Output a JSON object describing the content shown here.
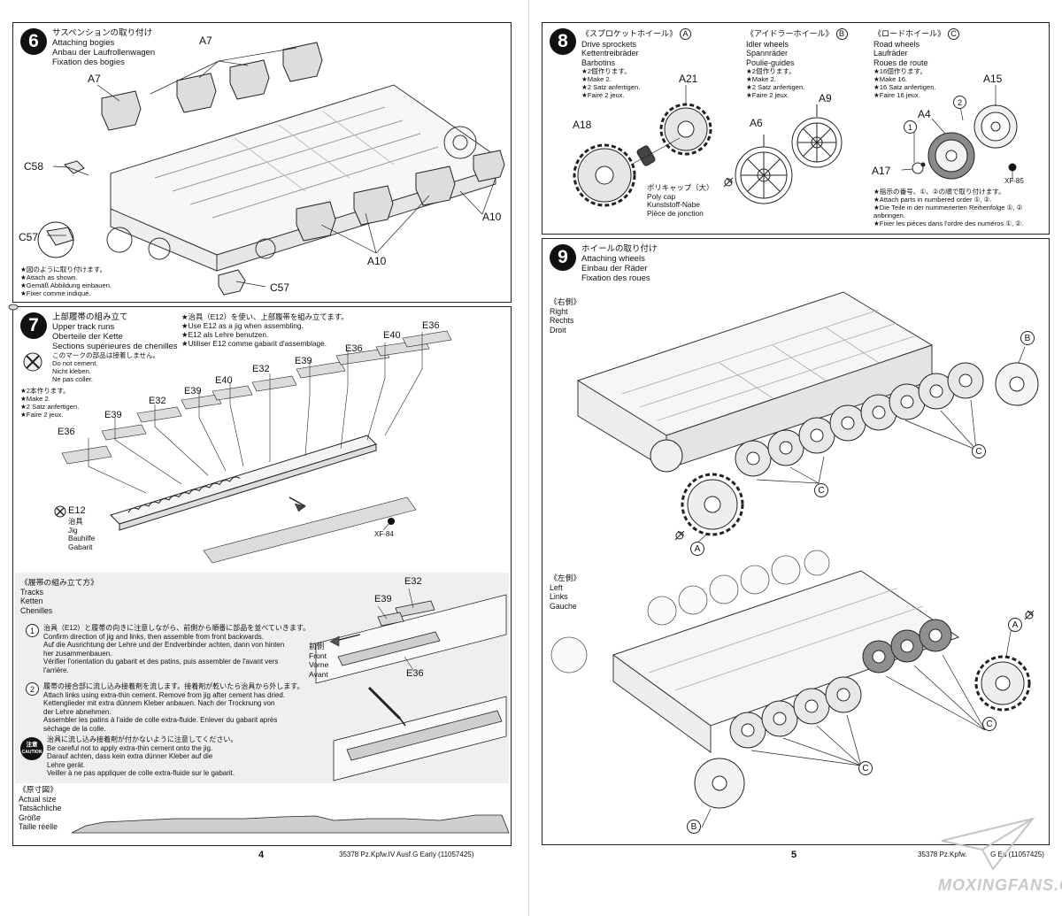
{
  "step6": {
    "number": "6",
    "title": [
      "サスペンションの取り付け",
      "Attaching bogies",
      "Anbau der Laufrollenwagen",
      "Fixation des bogies"
    ],
    "note": [
      "★図のように取り付けます。",
      "★Attach as shown.",
      "★Gemäß Abbildung einbauen.",
      "★Fixer comme indiqué."
    ],
    "labels": {
      "a7_top": "A7",
      "a7_left": "A7",
      "c58": "C58",
      "c57_left": "C57",
      "c57_bottom": "C57",
      "a10_right": "A10",
      "a10_bottom": "A10"
    }
  },
  "step7": {
    "number": "7",
    "title": [
      "上部履帯の組み立て",
      "Upper track runs",
      "Oberteile der Kette",
      "Sections supérieures de chenilles"
    ],
    "jig_note": [
      "★治具（E12）を使い、上部履帯を組み立てます。",
      "★Use E12 as a jig when assembling.",
      "★E12 als Lehre benutzen.",
      "★Utiliser E12 comme gabarit d'assemblage."
    ],
    "no_cement": [
      "このマークの部品は接着しません。",
      "Do not cement.",
      "Nicht kleben.",
      "Ne pas coller."
    ],
    "make2": [
      "★2本作ります。",
      "★Make 2.",
      "★2 Satz anfertigen.",
      "★Faire 2 jeux."
    ],
    "labels": {
      "e36_a": "E36",
      "e39_a": "E39",
      "e32_a": "E32",
      "e39_b": "E39",
      "e40_a": "E40",
      "e32_b": "E32",
      "e39_c": "E39",
      "e36_b": "E36",
      "e40_b": "E40",
      "e36_c": "E36"
    },
    "jig_label": "E12",
    "jig_names": [
      "治具",
      "Jig",
      "Bauhilfe",
      "Gabarit"
    ],
    "paint": "XF-84",
    "tracks_sub": {
      "title": [
        "《履帯の組み立て方》",
        "Tracks",
        "Ketten",
        "Chenilles"
      ],
      "instr1": [
        "治具（E12）と履帯の向きに注意しながら、前側から順番に部品を並べていきます。",
        "Confirm direction of jig and links, then assemble from front backwards.",
        "Auf die Ausrichtung der Lehre und der Endverbinder achten, dann von hinten",
        "her zusammenbauen.",
        "Vérifier l'orientation du gabarit et des patins, puis assembler de l'avant vers",
        "l'arrière."
      ],
      "instr2": [
        "履帯の接合部に流し込み接着剤を流します。接着剤が乾いたら治具から外します。",
        "Attach links using extra-thin cement. Remove from jig after cement has dried.",
        "Kettenglieder mit extra dünnem Kleber anbauen. Nach der Trocknung von",
        "der Lehre abnehmen.",
        "Assembler les patins à l'aide de colle extra-fluide. Enlever du gabarit après",
        "séchage de la colle."
      ],
      "caution_badge": [
        "注意",
        "CAUTION"
      ],
      "caution": [
        "治具に流し込み接着剤が付かないように注意してください。",
        "Be careful not to apply extra-thin cement onto the jig.",
        "Darauf achten, dass kein extra dünner Kleber auf die",
        "Lehre gerät.",
        "Veiller à ne pas appliquer de colle extra-fluide sur le gabarit."
      ],
      "front": [
        "前側",
        "Front",
        "Vorne",
        "Avant"
      ],
      "labels": {
        "e32": "E32",
        "e39": "E39",
        "e36": "E36"
      },
      "n1": "1",
      "n2": "2"
    },
    "actual_size": [
      "《原寸図》",
      "Actual size",
      "Tatsächliche",
      "Größe",
      "Taille réelle"
    ]
  },
  "step8": {
    "number": "8",
    "sprockets": {
      "title": [
        "《スプロケットホイール》",
        "Drive sprockets",
        "Kettentreibräder",
        "Barbotins"
      ],
      "tag": "A",
      "make": [
        "★2個作ります。",
        "★Make 2.",
        "★2 Satz anfertigen.",
        "★Faire 2 jeux."
      ],
      "a21": "A21",
      "a18": "A18",
      "polycap": [
        "ポリキャップ（大）",
        "Poly cap",
        "Kunststoff-Nabe",
        "Pièce de jonction"
      ]
    },
    "idler": {
      "title": [
        "《アイドラーホイール》",
        "Idler wheels",
        "Spannräder",
        "Poulie-guides"
      ],
      "tag": "B",
      "make": [
        "★2個作ります。",
        "★Make 2.",
        "★2 Satz anfertigen.",
        "★Faire 2 jeux."
      ],
      "a9": "A9",
      "a6": "A6"
    },
    "road": {
      "title": [
        "《ロードホイール》",
        "Road wheels",
        "Laufräder",
        "Roues de route"
      ],
      "tag": "C",
      "make": [
        "★16個作ります。",
        "★Make 16.",
        "★16 Satz anfertigen.",
        "★Faire 16 jeux."
      ],
      "a15": "A15",
      "a4": "A4",
      "a17": "A17",
      "paint": "XF-85",
      "n1": "1",
      "n2": "2",
      "order_note": [
        "★指示の番号、①、②の順で取り付けます。",
        "★Attach parts in numbered order ①, ②.",
        "★Die Teile in der nummerierten Reihenfolge ①, ②",
        "anbringen.",
        "★Fixer les pièces dans l'ordre des numéros ①, ②."
      ]
    }
  },
  "step9": {
    "number": "9",
    "title": [
      "ホイールの取り付け",
      "Attaching wheels",
      "Einbau der Räder",
      "Fixation des roues"
    ],
    "right_side": [
      "《右側》",
      "Right",
      "Rechts",
      "Droit"
    ],
    "left_side": [
      "《左側》",
      "Left",
      "Links",
      "Gauche"
    ],
    "tags": {
      "a": "A",
      "b": "B",
      "c": "C"
    }
  },
  "footer": {
    "page_left": "4",
    "page_right": "5",
    "code_left": "35378 Pz.Kpfw.IV Ausf.G Early (11057425)",
    "code_right": "35378 Pz.Kpfw.",
    "code_right_end": "G Ea",
    "code_right_tail": "(11057425)"
  },
  "watermark": "MOXINGFANS.COM"
}
